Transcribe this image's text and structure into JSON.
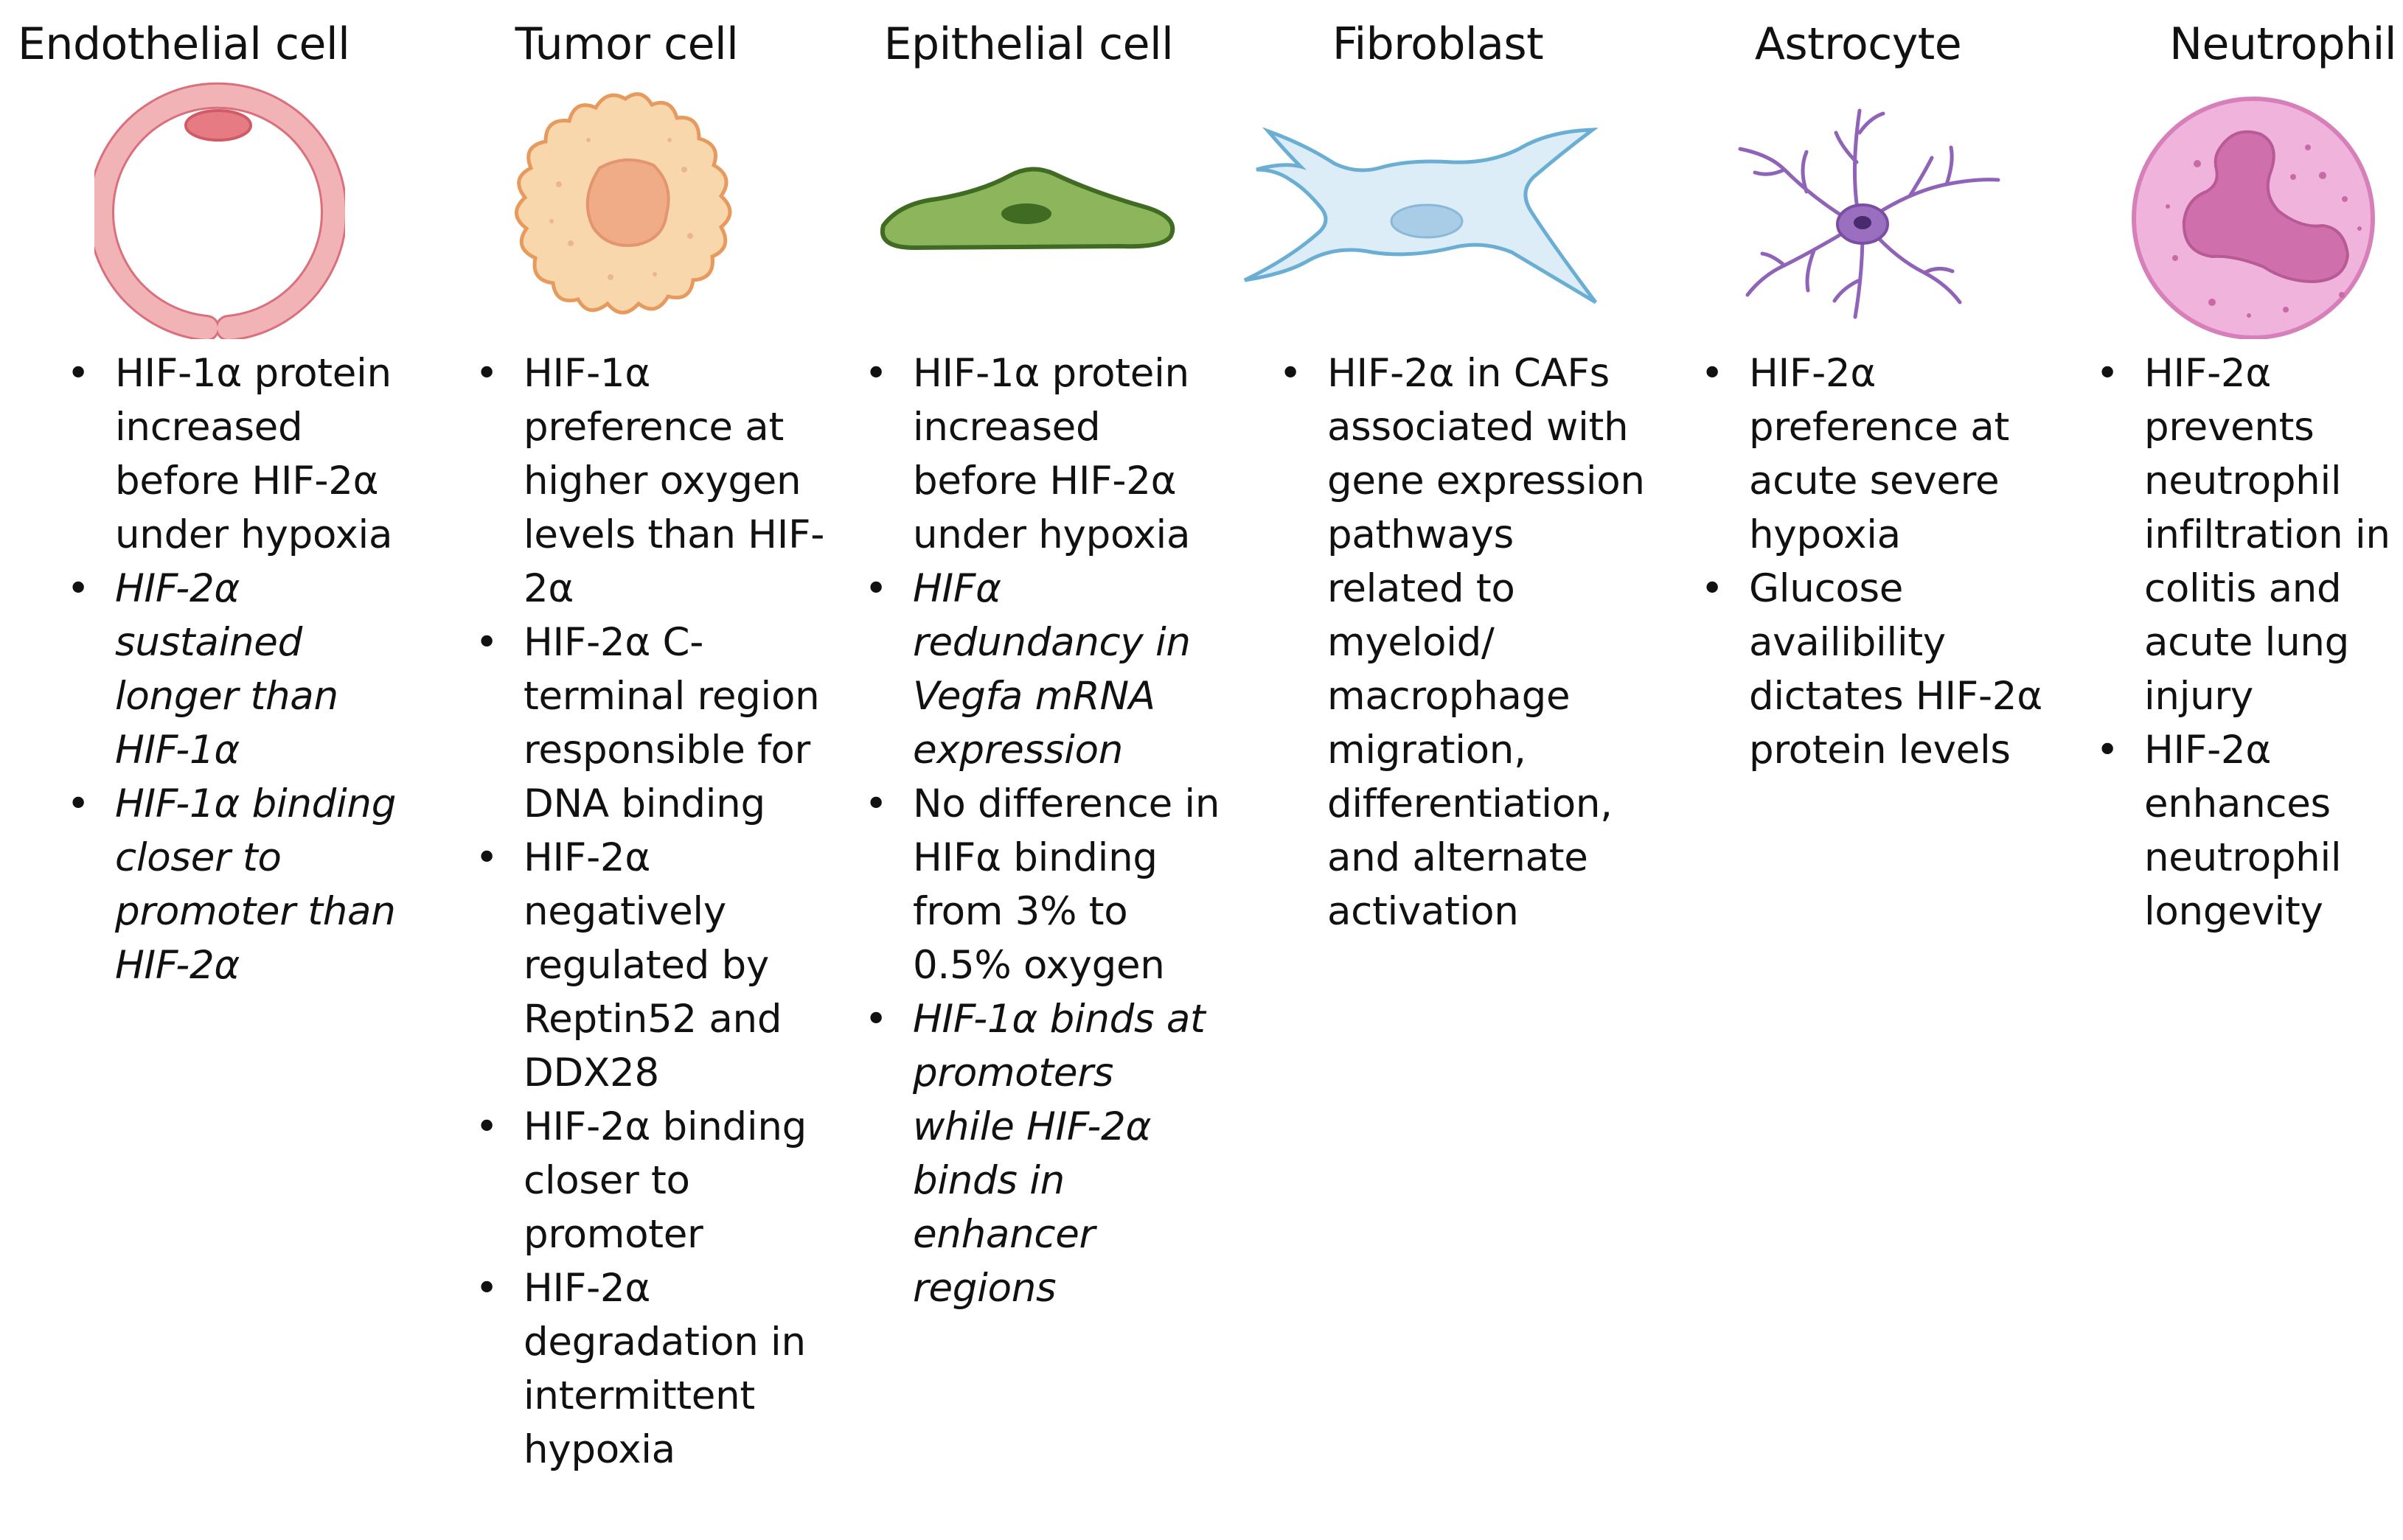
{
  "columns": [
    {
      "key": "endothelial",
      "title": "Endothelial cell",
      "icon": "endothelial-cell-icon",
      "color": "#e8878d",
      "points": [
        {
          "text": "HIF-1α protein increased before HIF-2α under hypoxia",
          "italic": false
        },
        {
          "text": "HIF-2α sustained longer than HIF-1α",
          "italic": true
        },
        {
          "text": "HIF-1α binding closer to promoter than HIF-2α",
          "italic": true
        }
      ]
    },
    {
      "key": "tumor",
      "title": "Tumor cell",
      "icon": "tumor-cell-icon",
      "color": "#f2b07a",
      "points": [
        {
          "text": "HIF-1α preference at higher oxygen levels than HIF-2α",
          "italic": false
        },
        {
          "text": "HIF-2α C-terminal region responsible for DNA binding",
          "italic": false
        },
        {
          "text": "HIF-2α negatively regulated by Reptin52 and DDX28",
          "italic": false
        },
        {
          "text": "HIF-2α binding closer to promoter",
          "italic": false
        },
        {
          "text": "HIF-2α degradation in intermittent hypoxia",
          "italic": false
        }
      ]
    },
    {
      "key": "epithelial",
      "title": "Epithelial cell",
      "icon": "epithelial-cell-icon",
      "color": "#8db55c",
      "points": [
        {
          "text": "HIF-1α protein increased before HIF-2α under hypoxia",
          "italic": false
        },
        {
          "text": "HIFα redundancy in Vegfa mRNA expression",
          "italic": true
        },
        {
          "text": "No difference in HIFα binding from 3% to 0.5% oxygen",
          "italic": false
        },
        {
          "text": "HIF-1α binds at promoters while HIF-2α binds in enhancer regions",
          "italic": true
        }
      ]
    },
    {
      "key": "fibroblast",
      "title": "Fibroblast",
      "icon": "fibroblast-cell-icon",
      "color": "#a9d6ea",
      "points": [
        {
          "text": "HIF-2α in CAFs associated with gene expression pathways related to myeloid/ macrophage migration, differentiation, and alternate activation",
          "italic": false
        }
      ]
    },
    {
      "key": "astrocyte",
      "title": "Astrocyte",
      "icon": "astrocyte-cell-icon",
      "color": "#9b6fc0",
      "points": [
        {
          "text": "HIF-2α preference at acute severe hypoxia",
          "italic": false
        },
        {
          "text": "Glucose availibility dictates HIF-2α protein levels",
          "italic": false
        }
      ]
    },
    {
      "key": "neutrophil",
      "title": "Neutrophil",
      "icon": "neutrophil-cell-icon",
      "color": "#e79ccb",
      "points": [
        {
          "text": "HIF-2α prevents neutrophil infiltration in colitis and acute lung injury",
          "italic": false
        },
        {
          "text": "HIF-2α enhances neutrophil longevity",
          "italic": false
        }
      ]
    }
  ]
}
